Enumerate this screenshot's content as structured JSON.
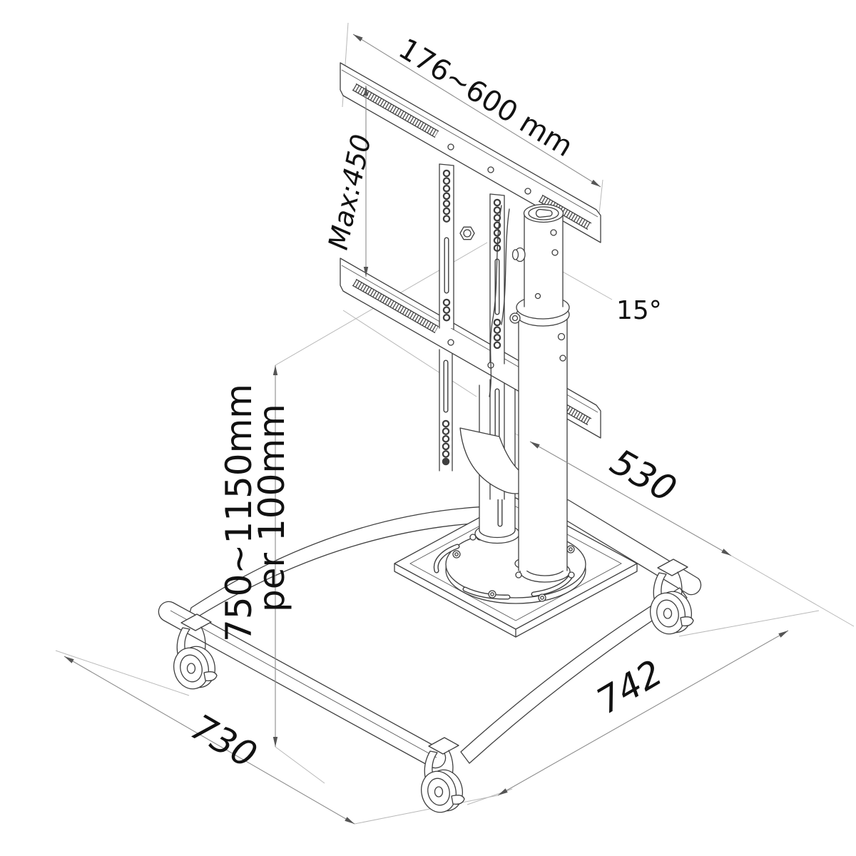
{
  "drawing": {
    "kind": "technical-dimension-drawing",
    "subject": "mobile flat-screen floor stand with casters"
  },
  "annotations": {
    "vesa_width": "176~600 mm",
    "vesa_height_max": "Max:450",
    "tilt_angle": "15°",
    "height_range_line1": "750~1150mm",
    "height_range_line2": "per 100mm",
    "base_depth": "530",
    "base_width": "742",
    "base_side": "730"
  },
  "colors": {
    "object_line": "#3f3f3f",
    "dimension_line": "#8c8c8c",
    "extension_line": "#b8b8b8",
    "text": "#111111",
    "background": "#ffffff"
  }
}
